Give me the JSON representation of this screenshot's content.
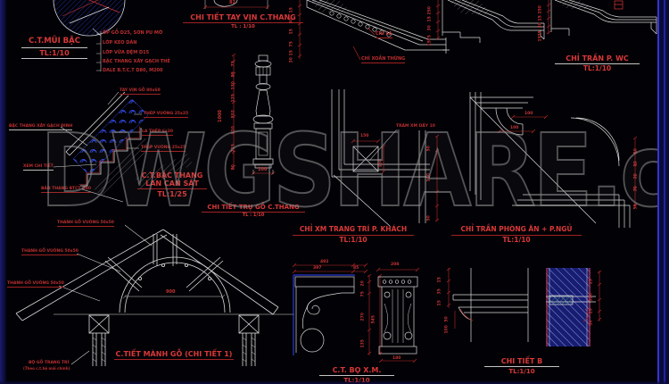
{
  "app": {
    "type": "cad-drawing",
    "watermark": "DWGSHARE.com"
  },
  "colors": {
    "background": "#020206",
    "line_white": "#d9d9d9",
    "accent_red": "#c43030",
    "hatch_blue": "#2e47e0",
    "green": "#3fa05f",
    "watermark_gray": "#8c8c8c",
    "edge_blue": "#2b2bd0"
  },
  "sections": {
    "mui_bac": {
      "title": "C.T.MŨI BẬC",
      "scale": "TL:1/10",
      "callouts": [
        "ỐP GỖ D25, SƠN PU MỜ",
        "LỚP KEO DÁN",
        "LỚP VỮA ĐỆM D15",
        "BẬC THANG XÂY GẠCH THẺ",
        "DALE B.T.C.T D80, M200"
      ]
    },
    "tay_vin": {
      "title": "CHI TIẾT TAY VỊN C.THANG",
      "scale": "TL : 1/10",
      "dim_width": "82",
      "dim_stack": [
        "15",
        "30",
        "15",
        "75",
        "15",
        "30"
      ],
      "label_chi_la": "CHỈ LÁ",
      "label_chi_xoan": "CHỈ XOẮN THỪNG"
    },
    "tran_wc": {
      "title": "CHỈ TRẦN P. WC",
      "scale": "TL:1/10",
      "dim_stack_left": [
        "250",
        "15",
        "30",
        "75",
        "15"
      ],
      "dim_stack_right": [
        "250",
        "15",
        "30",
        "75",
        "15"
      ]
    },
    "bac_thang": {
      "title_line1": "C.T.BẬC THANG",
      "title_line2": "LAN CAN SẮT",
      "scale": "TL:1/25",
      "labels": {
        "tay_vin_go": "TAY VỊN GỖ 80x60",
        "thep_vuong_tren": "THÉP VUÔNG 25x25",
        "la_thep": "LA THÉP 6x20",
        "thep_vuong_duoi": "THÉP VUÔNG 25x25",
        "bac_thang_xay": "BẬC THANG XÂY GẠCH ĐINH",
        "xem_chi_tiet": "XEM CHI TIẾT",
        "ban_thang": "BẢN THANG BTCT D80"
      }
    },
    "tru_go": {
      "title": "CHI TIẾT TRỤ GỖ C.THANG",
      "scale": "TL : 1/10",
      "dim_total": "1000",
      "dim_width": "100",
      "dim_segments": [
        "75",
        "85",
        "130",
        "125",
        "202",
        "110",
        "215",
        "80"
      ]
    },
    "xm_khach": {
      "title": "CHỈ XM TRANG TRÍ P. KHÁCH",
      "scale": "TL:1/10",
      "label_tram": "TRÁM XM DẦY 10",
      "dim_h": "150",
      "dim_v": "150",
      "dim_stack": [
        "50",
        "150",
        "50"
      ]
    },
    "tran_an": {
      "title": "CHỈ TRẦN PHÒNG ĂN + P.NGỦ",
      "scale": "TL:1/10",
      "dim_1": "100",
      "dim_2": "100",
      "dim_stack": [
        "50",
        "20",
        "20",
        "30",
        "50"
      ]
    },
    "manh_go": {
      "title": "C.TIẾT MÀNH GỖ (CHI TIẾT 1)",
      "dim_arc": "900",
      "labels": {
        "thanh_go_1": "THANH GỖ VUÔNG 50x50",
        "thanh_go_2": "THANH GỖ VUÔNG 50x50",
        "thanh_go_3": "THANH GỖ VUÔNG 50x50",
        "bo_go": "BỘ GỖ TRANG TRÍ",
        "bo_go_note": "(Theo c.t.hệ mái chính)"
      }
    },
    "bo_xm": {
      "title": "C.T. BỌ X.M.",
      "scale": "TL:1/10",
      "dims": {
        "total_w": "482",
        "w1": "397",
        "w2": "85",
        "front_w": "208",
        "front_base": "180",
        "total_h": "545",
        "side_stack": [
          "20",
          "75",
          "270",
          "135"
        ]
      }
    },
    "chi_tiet_b": {
      "title": "CHI TIẾT B",
      "scale": "TL:1/10",
      "dims": {
        "left_stack": [
          "15",
          "35",
          "15"
        ],
        "left_lower": [
          "50",
          "100"
        ],
        "right_stack": [
          "15",
          "120",
          "15",
          "30"
        ]
      }
    }
  }
}
